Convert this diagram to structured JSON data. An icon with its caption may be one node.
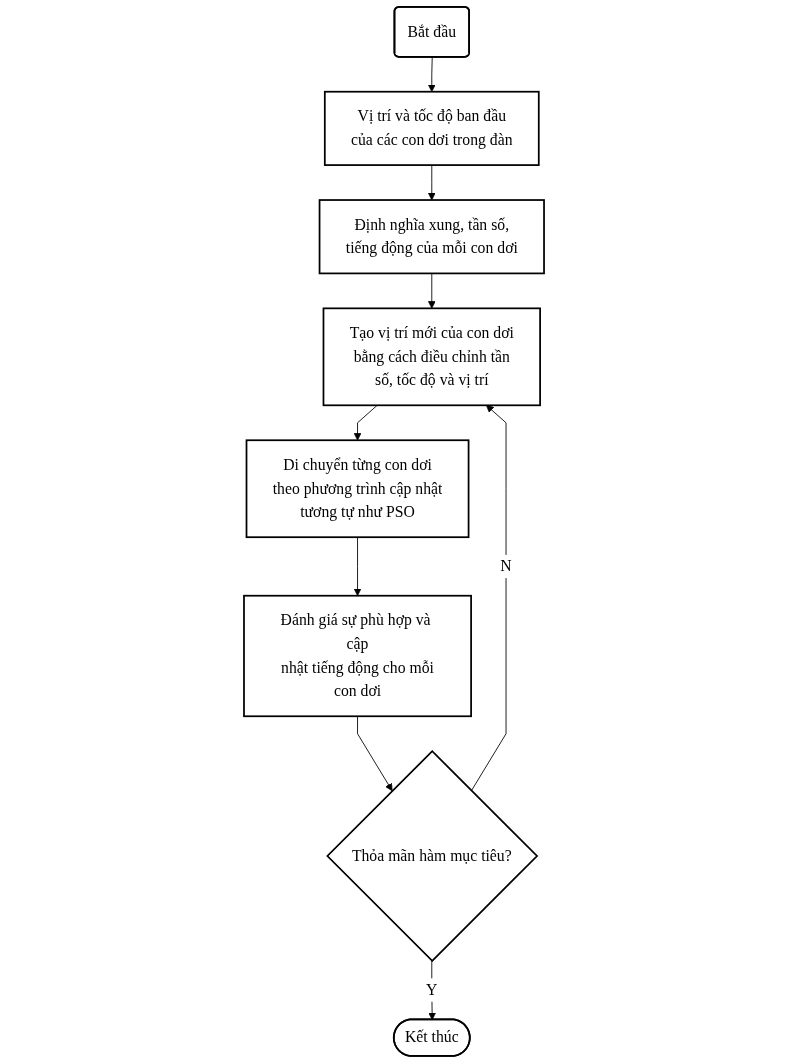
{
  "diagram": {
    "nodes": [
      {
        "text": [
          "Bắt đầu"
        ]
      },
      {
        "text": [
          "Vị trí và tốc độ ban đầu của các con dơi trong đàn"
        ]
      },
      {
        "text": [
          "Định nghĩa xung, tần số, tiếng động của mỗi con dơi"
        ]
      },
      {
        "text": [
          "Tạo vị trí mới của con dơi bằng cách điều chỉnh tần số, tốc độ và vị trí"
        ]
      },
      {
        "text": [
          "Di chuyển từng con dơi theo phương trình cập nhật tương tự như PSO"
        ]
      },
      {
        "text": [
          "Đánh giá sự phù hợp và cập nhật tiếng động cho mỗi con dơi"
        ]
      },
      {
        "text": [
          "Thỏa mãn hàm mục tiêu?"
        ]
      },
      {
        "text": [
          "Kết thúc"
        ]
      }
    ],
    "edges": [
      {
        "from": 0,
        "to": 1,
        "arrow": "to"
      },
      {
        "from": 1,
        "to": 2,
        "arrow": "to"
      },
      {
        "from": 2,
        "to": 3,
        "arrow": "to"
      },
      {
        "from": 3,
        "to": 4,
        "arrow": "to"
      },
      {
        "from": 4,
        "to": 5,
        "arrow": "to"
      },
      {
        "from": 5,
        "to": 6,
        "arrow": "to"
      },
      {
        "from": 6,
        "to": 3,
        "label": "N",
        "arrow": "to"
      },
      {
        "from": 6,
        "to": 7,
        "label": "Y",
        "arrow": "to"
      }
    ]
  }
}
